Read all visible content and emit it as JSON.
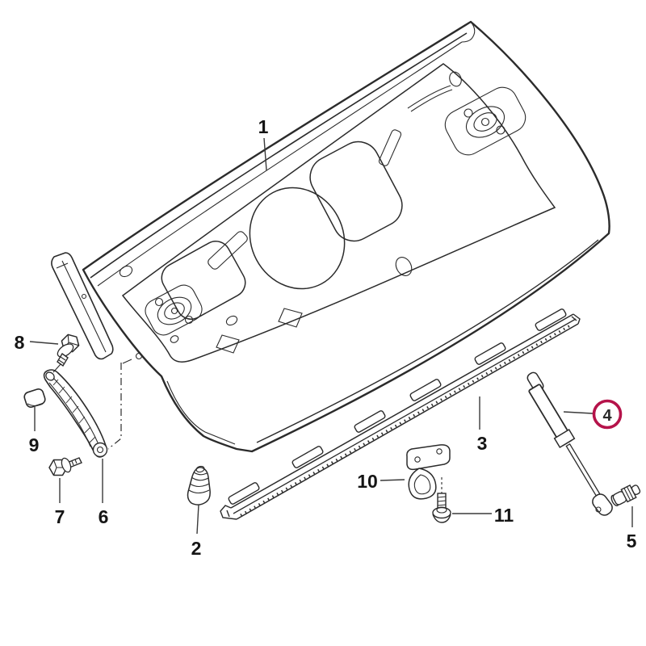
{
  "diagram": {
    "type": "exploded-parts-line-drawing",
    "subject": "trunk lid assembly with hinges, gas strut, trim strip and fasteners",
    "colors": {
      "background": "#ffffff",
      "line": "#2b2b2b",
      "highlight": "#b5134a",
      "label": "#151515"
    },
    "callouts": {
      "c1": {
        "label": "1",
        "highlighted": false
      },
      "c2": {
        "label": "2",
        "highlighted": false
      },
      "c3": {
        "label": "3",
        "highlighted": false
      },
      "c4": {
        "label": "4",
        "highlighted": true
      },
      "c5": {
        "label": "5",
        "highlighted": false
      },
      "c6": {
        "label": "6",
        "highlighted": false
      },
      "c7": {
        "label": "7",
        "highlighted": false
      },
      "c8": {
        "label": "8",
        "highlighted": false
      },
      "c9": {
        "label": "9",
        "highlighted": false
      },
      "c10": {
        "label": "10",
        "highlighted": false
      },
      "c11": {
        "label": "11",
        "highlighted": false
      }
    }
  }
}
